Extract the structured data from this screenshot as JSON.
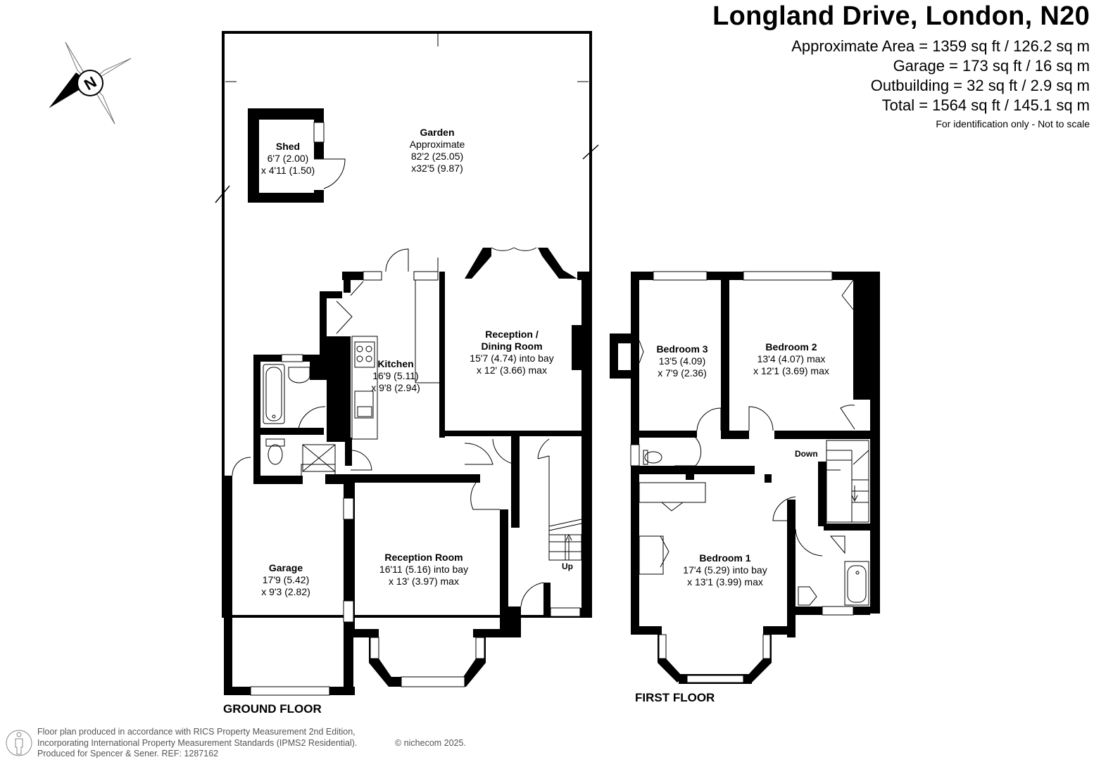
{
  "header": {
    "title": "Longland Drive, London, N20",
    "areas": [
      "Approximate Area = 1359 sq ft / 126.2 sq m",
      "Garage  = 173 sq ft / 16 sq m",
      "Outbuilding = 32 sq ft / 2.9 sq m",
      "Total = 1564 sq ft / 145.1 sq m"
    ],
    "disclaimer": "For identification only - Not to scale"
  },
  "compass": {
    "label": "N"
  },
  "floors": {
    "ground": "GROUND FLOOR",
    "first": "FIRST FLOOR"
  },
  "rooms": {
    "garden": {
      "name": "Garden",
      "l1": "Approximate",
      "l2": "82'2 (25.05)",
      "l3": "x32'5 (9.87)"
    },
    "shed": {
      "name": "Shed",
      "l1": "6'7 (2.00)",
      "l2": "x 4'11 (1.50)"
    },
    "kitchen": {
      "name": "Kitchen",
      "l1": "16'9 (5.11)",
      "l2": "x 9'8 (2.94)"
    },
    "dining": {
      "name": "Reception /",
      "name2": "Dining Room",
      "l1": "15'7 (4.74) into bay",
      "l2": "x 12' (3.66) max"
    },
    "reception": {
      "name": "Reception Room",
      "l1": "16'11 (5.16) into bay",
      "l2": "x 13' (3.97) max"
    },
    "garage": {
      "name": "Garage",
      "l1": "17'9 (5.42)",
      "l2": "x 9'3 (2.82)"
    },
    "bedroom3": {
      "name": "Bedroom 3",
      "l1": "13'5 (4.09)",
      "l2": "x 7'9 (2.36)"
    },
    "bedroom2": {
      "name": "Bedroom 2",
      "l1": "13'4 (4.07) max",
      "l2": "x 12'1 (3.69) max"
    },
    "bedroom1": {
      "name": "Bedroom 1",
      "l1": "17'4 (5.29) into bay",
      "l2": "x 13'1 (3.99) max"
    }
  },
  "stairs": {
    "up": "Up",
    "down": "Down"
  },
  "footer": {
    "line1": "Floor plan produced in accordance with RICS Property Measurement 2nd Edition,",
    "line2": "Incorporating International Property Measurement Standards (IPMS2 Residential).",
    "line3": "Produced for Spencer & Sener.   REF: 1287162",
    "copyright": "© nichecom 2025."
  },
  "colors": {
    "wall": "#000000",
    "window": "#ffffff",
    "text": "#000000",
    "footer_text": "#555555"
  }
}
